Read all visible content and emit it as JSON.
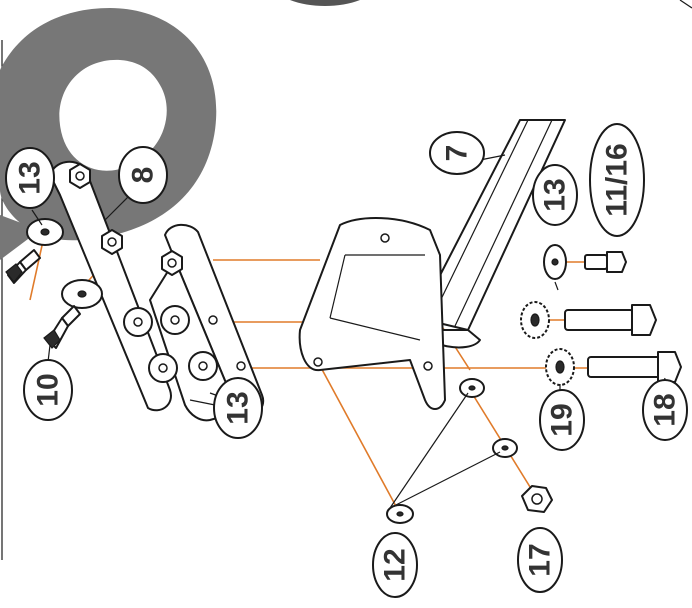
{
  "callouts": {
    "c7": "7",
    "c8": "8",
    "c10": "10",
    "c11_16": "11/16",
    "c12": "12",
    "c13_top_left": "13",
    "c13_top_right": "13",
    "c13_bottom": "13",
    "c17": "17",
    "c18": "18",
    "c19": "19"
  },
  "colors": {
    "leader_line": "#e07b2a",
    "watermark": "#777777",
    "outline": "#1a1a1a"
  },
  "icons": {
    "watermark": "large-gray-zero-shape"
  }
}
